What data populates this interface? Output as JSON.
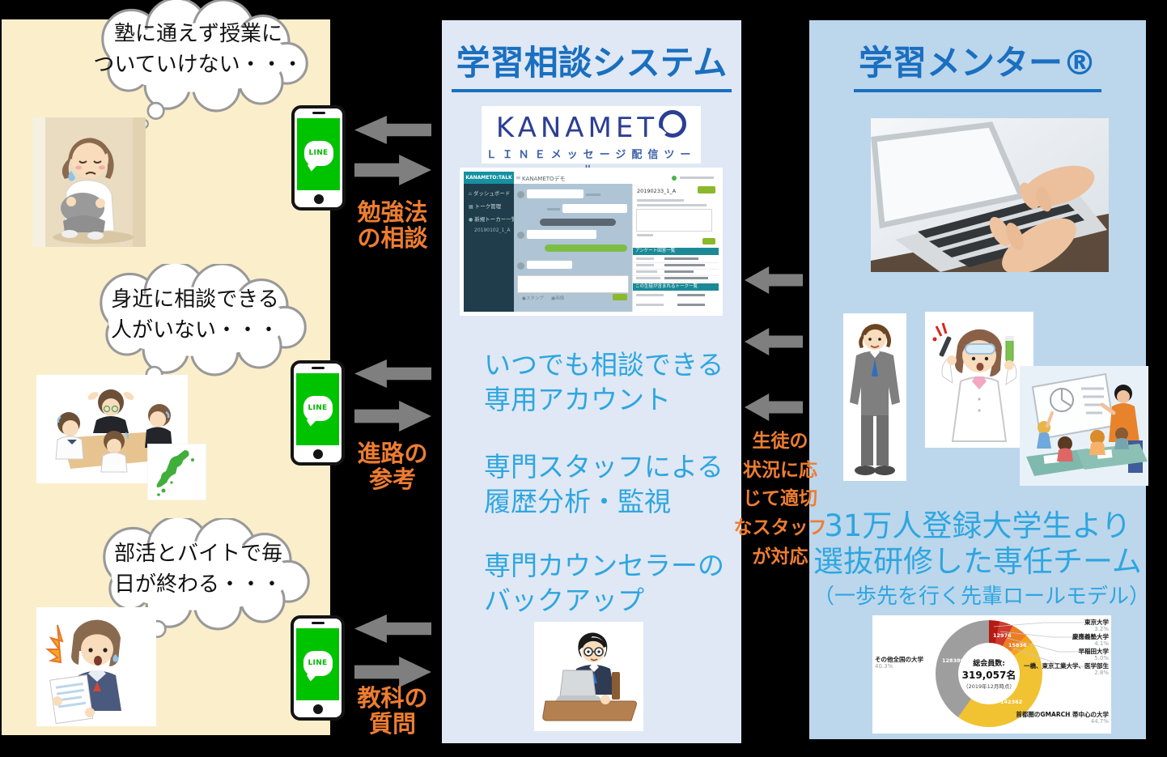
{
  "colors": {
    "left_panel_bg": "#FBEECB",
    "middle_panel_bg": "#DFE8F4",
    "right_panel_bg": "#BCD6EC",
    "title_blue": "#1A6FC0",
    "feature_blue": "#2EA6E0",
    "accent_orange": "#ED7D31",
    "arrow_gray": "#7F7F7F",
    "line_green": "#00C300",
    "kanameto_navy": "#2C3E94"
  },
  "left_panel": {
    "thought_bubbles": [
      {
        "lines": [
          "塾に通えず授業に",
          "ついていけない・・・"
        ]
      },
      {
        "lines": [
          "身近に相談できる",
          "人がいない・・・"
        ]
      },
      {
        "lines": [
          "部活とバイトで毎",
          "日が終わる・・・"
        ]
      }
    ]
  },
  "phone": {
    "app_name": "LINE"
  },
  "flow_labels": [
    {
      "lines": [
        "勉強法",
        "の相談"
      ]
    },
    {
      "lines": [
        "進路の",
        "参考"
      ]
    },
    {
      "lines": [
        "教科の",
        "質問"
      ]
    }
  ],
  "middle_panel": {
    "title": "学習相談システム",
    "logo_brand": "KANAMET",
    "logo_tagline": "ＬＩＮＥメッセージ配信ツール",
    "screenshot": {
      "sidebar_brand": "KANAMETO:TALK",
      "burger": "≡",
      "topbar_label": "KANAMETOデモ",
      "menu_items": [
        "ダッシュボード",
        "トーク管理",
        "新規トーカー一覧",
        "20190102_1_A"
      ],
      "session_id": "20190233_1_A",
      "section_headers": [
        "アンケート回答一覧",
        "この生徒が含まれるトーク一覧"
      ],
      "composer": {
        "stamp": "スタンプ",
        "image": "画像"
      }
    },
    "features": [
      {
        "lines": [
          "いつでも相談できる",
          "専用アカウント"
        ]
      },
      {
        "lines": [
          "専門スタッフによる",
          "履歴分析・監視"
        ]
      },
      {
        "lines": [
          "専門カウンセラーの",
          "バックアップ"
        ]
      }
    ]
  },
  "bridge": {
    "lines": [
      "生徒の",
      "状況に応",
      "じて適切",
      "なスタッフ",
      "が対応"
    ]
  },
  "right_panel": {
    "title": "学習メンター®",
    "headline_lines": [
      "31万人登録大学生より",
      "選抜研修した専任チーム"
    ],
    "subheadline": "（一歩先を行く先輩ロールモデル）"
  },
  "chart_data": {
    "type": "pie",
    "donut": true,
    "legend_position": "callout-labels",
    "center_lines": [
      "総会員数:",
      "319,057名",
      "（2019年12月時点）"
    ],
    "slices": [
      {
        "label": "東京大学",
        "pct": 3.2,
        "pct_label": "3.2%",
        "value_label": "",
        "color": "#B51A12"
      },
      {
        "label": "慶應義塾大学",
        "pct": 4.1,
        "pct_label": "4.1%",
        "value_label": "12976",
        "color": "#D0392B"
      },
      {
        "label": "早稲田大学",
        "pct": 5.0,
        "pct_label": "5.0%",
        "value_label": "15836",
        "color": "#ED7D23"
      },
      {
        "label": "一橋、東京工業大学、医学部生",
        "pct": 2.8,
        "pct_label": "2.8%",
        "value_label": "",
        "color": "#F6A01E"
      },
      {
        "label": "首都圏のGMARCH 帯中心の大学",
        "pct": 44.7,
        "pct_label": "44.7%",
        "value_label": "142362",
        "color": "#F1C232"
      },
      {
        "label": "その他全国の大学",
        "pct": 40.3,
        "pct_label": "40.3%",
        "value_label": "128380",
        "color": "#9E9E9E"
      }
    ]
  }
}
